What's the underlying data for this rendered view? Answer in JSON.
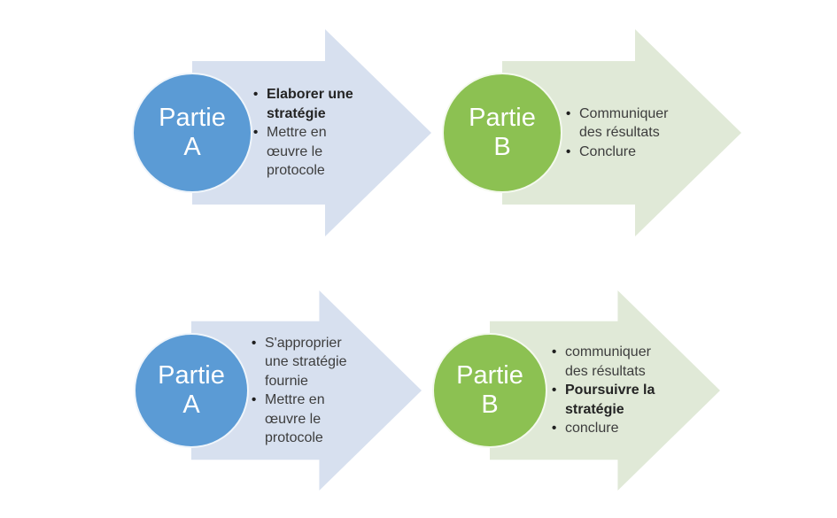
{
  "bullet_char": "•",
  "colors": {
    "blue_circle": "#5B9BD5",
    "blue_arrow": "#D7E0EF",
    "green_circle": "#8CC152",
    "green_arrow": "#E0E9D7",
    "text": "#3D3D3D",
    "circle_text": "#FFFFFF"
  },
  "units": [
    {
      "id": "top-left",
      "party": "Partie\nA",
      "bullets": [
        {
          "text": "Elaborer une\nstratégie",
          "weight": "bold"
        },
        {
          "text": "Mettre en\nœuvre le\nprotocole",
          "weight": "normal"
        }
      ]
    },
    {
      "id": "top-right",
      "party": "Partie\nB",
      "bullets": [
        {
          "text": "Communiquer\ndes résultats",
          "weight": "normal"
        },
        {
          "text": "Conclure",
          "weight": "normal"
        }
      ]
    },
    {
      "id": "bottom-left",
      "party": "Partie\nA",
      "bullets": [
        {
          "text": "S'approprier\nune stratégie\nfournie",
          "weight": "normal"
        },
        {
          "text": "Mettre en\nœuvre le\nprotocole",
          "weight": "normal"
        }
      ]
    },
    {
      "id": "bottom-right",
      "party": "Partie\nB",
      "bullets": [
        {
          "text": "communiquer\ndes résultats",
          "weight": "normal"
        },
        {
          "text": "Poursuivre la\nstratégie",
          "weight": "bold"
        },
        {
          "text": "conclure",
          "weight": "normal"
        }
      ]
    }
  ]
}
